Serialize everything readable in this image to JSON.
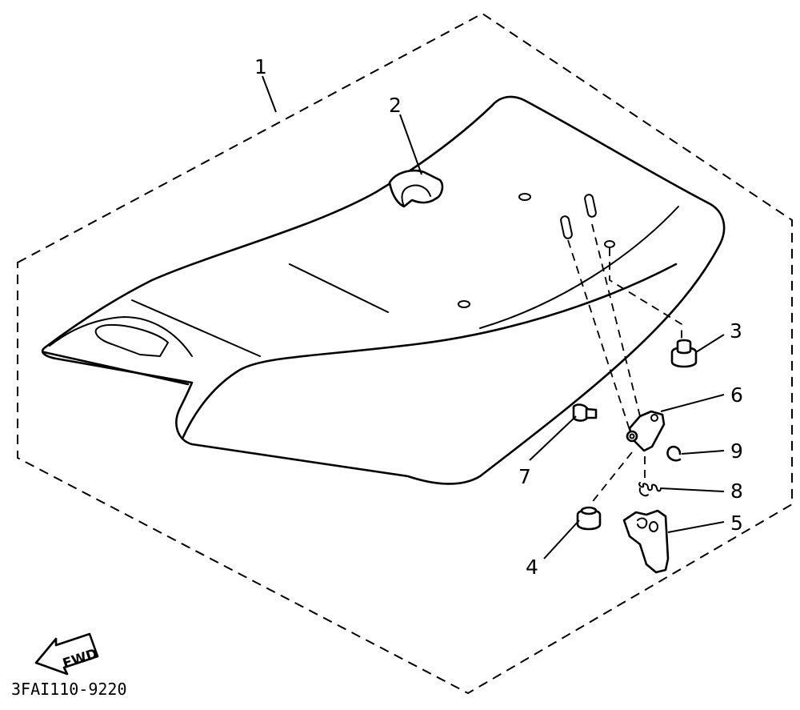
{
  "callouts": {
    "c1": "1",
    "c2": "2",
    "c3": "3",
    "c4": "4",
    "c5": "5",
    "c6": "6",
    "c7": "7",
    "c8": "8",
    "c9": "9"
  },
  "fwd_label": "FWD",
  "drawing_code": "3FAI110-9220"
}
